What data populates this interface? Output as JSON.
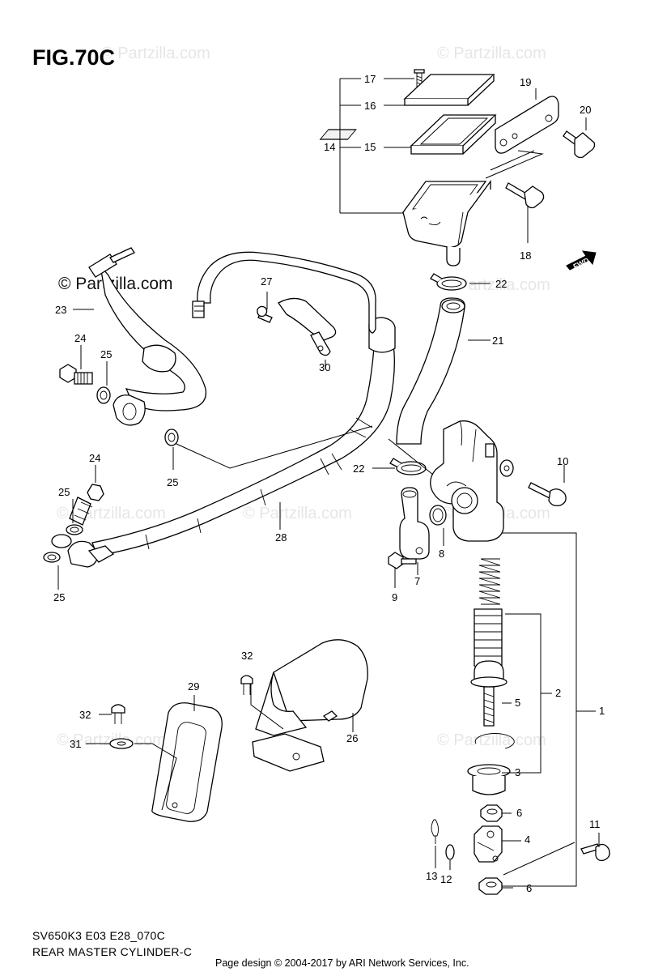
{
  "figure": {
    "title": "FIG.70C",
    "model_code": "SV650K3 E03 E28_070C",
    "section_name": "REAR MASTER CYLINDER-C",
    "credit": "Page design © 2004-2017 by ARI Network Services, Inc.",
    "fwd_label": "FWD"
  },
  "watermarks": {
    "main": "© Partzilla.com",
    "faint": "© Partzilla.com"
  },
  "callouts": {
    "c1": "1",
    "c2": "2",
    "c3": "3",
    "c4": "4",
    "c5": "5",
    "c6a": "6",
    "c6b": "6",
    "c7": "7",
    "c8": "8",
    "c9": "9",
    "c10": "10",
    "c11": "11",
    "c12": "12",
    "c13": "13",
    "c14": "14",
    "c15": "15",
    "c16": "16",
    "c17": "17",
    "c18": "18",
    "c19": "19",
    "c20": "20",
    "c21": "21",
    "c22a": "22",
    "c22b": "22",
    "c23": "23",
    "c24a": "24",
    "c24b": "24",
    "c25a": "25",
    "c25b": "25",
    "c25c": "25",
    "c25d": "25",
    "c26": "26",
    "c27": "27",
    "c28": "28",
    "c29": "29",
    "c30": "30",
    "c31": "31",
    "c32a": "32",
    "c32b": "32"
  }
}
